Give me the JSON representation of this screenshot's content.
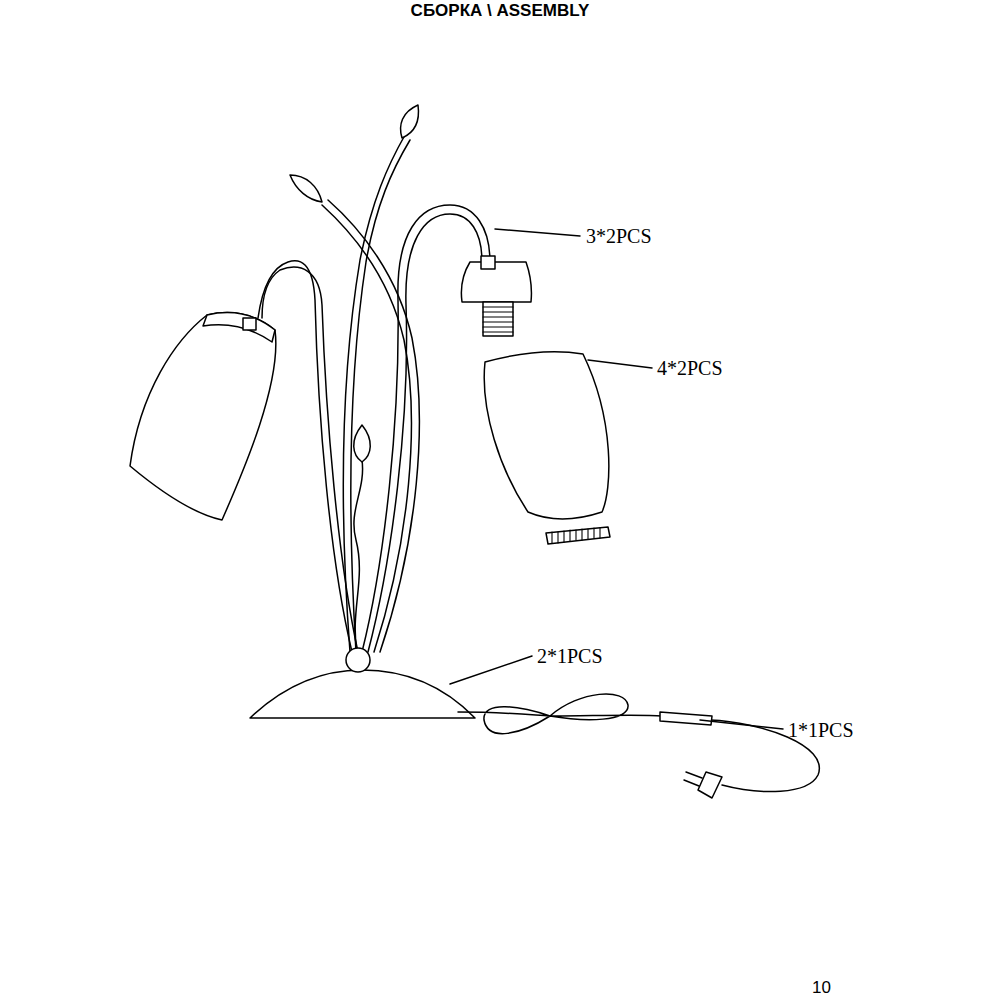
{
  "diagram": {
    "title": "СБОРКА \\ ASSEMBLY",
    "labels": [
      "3*2PCS",
      "4*2PCS",
      "2*1PCS",
      "1*1PCS",
      "10"
    ]
  }
}
